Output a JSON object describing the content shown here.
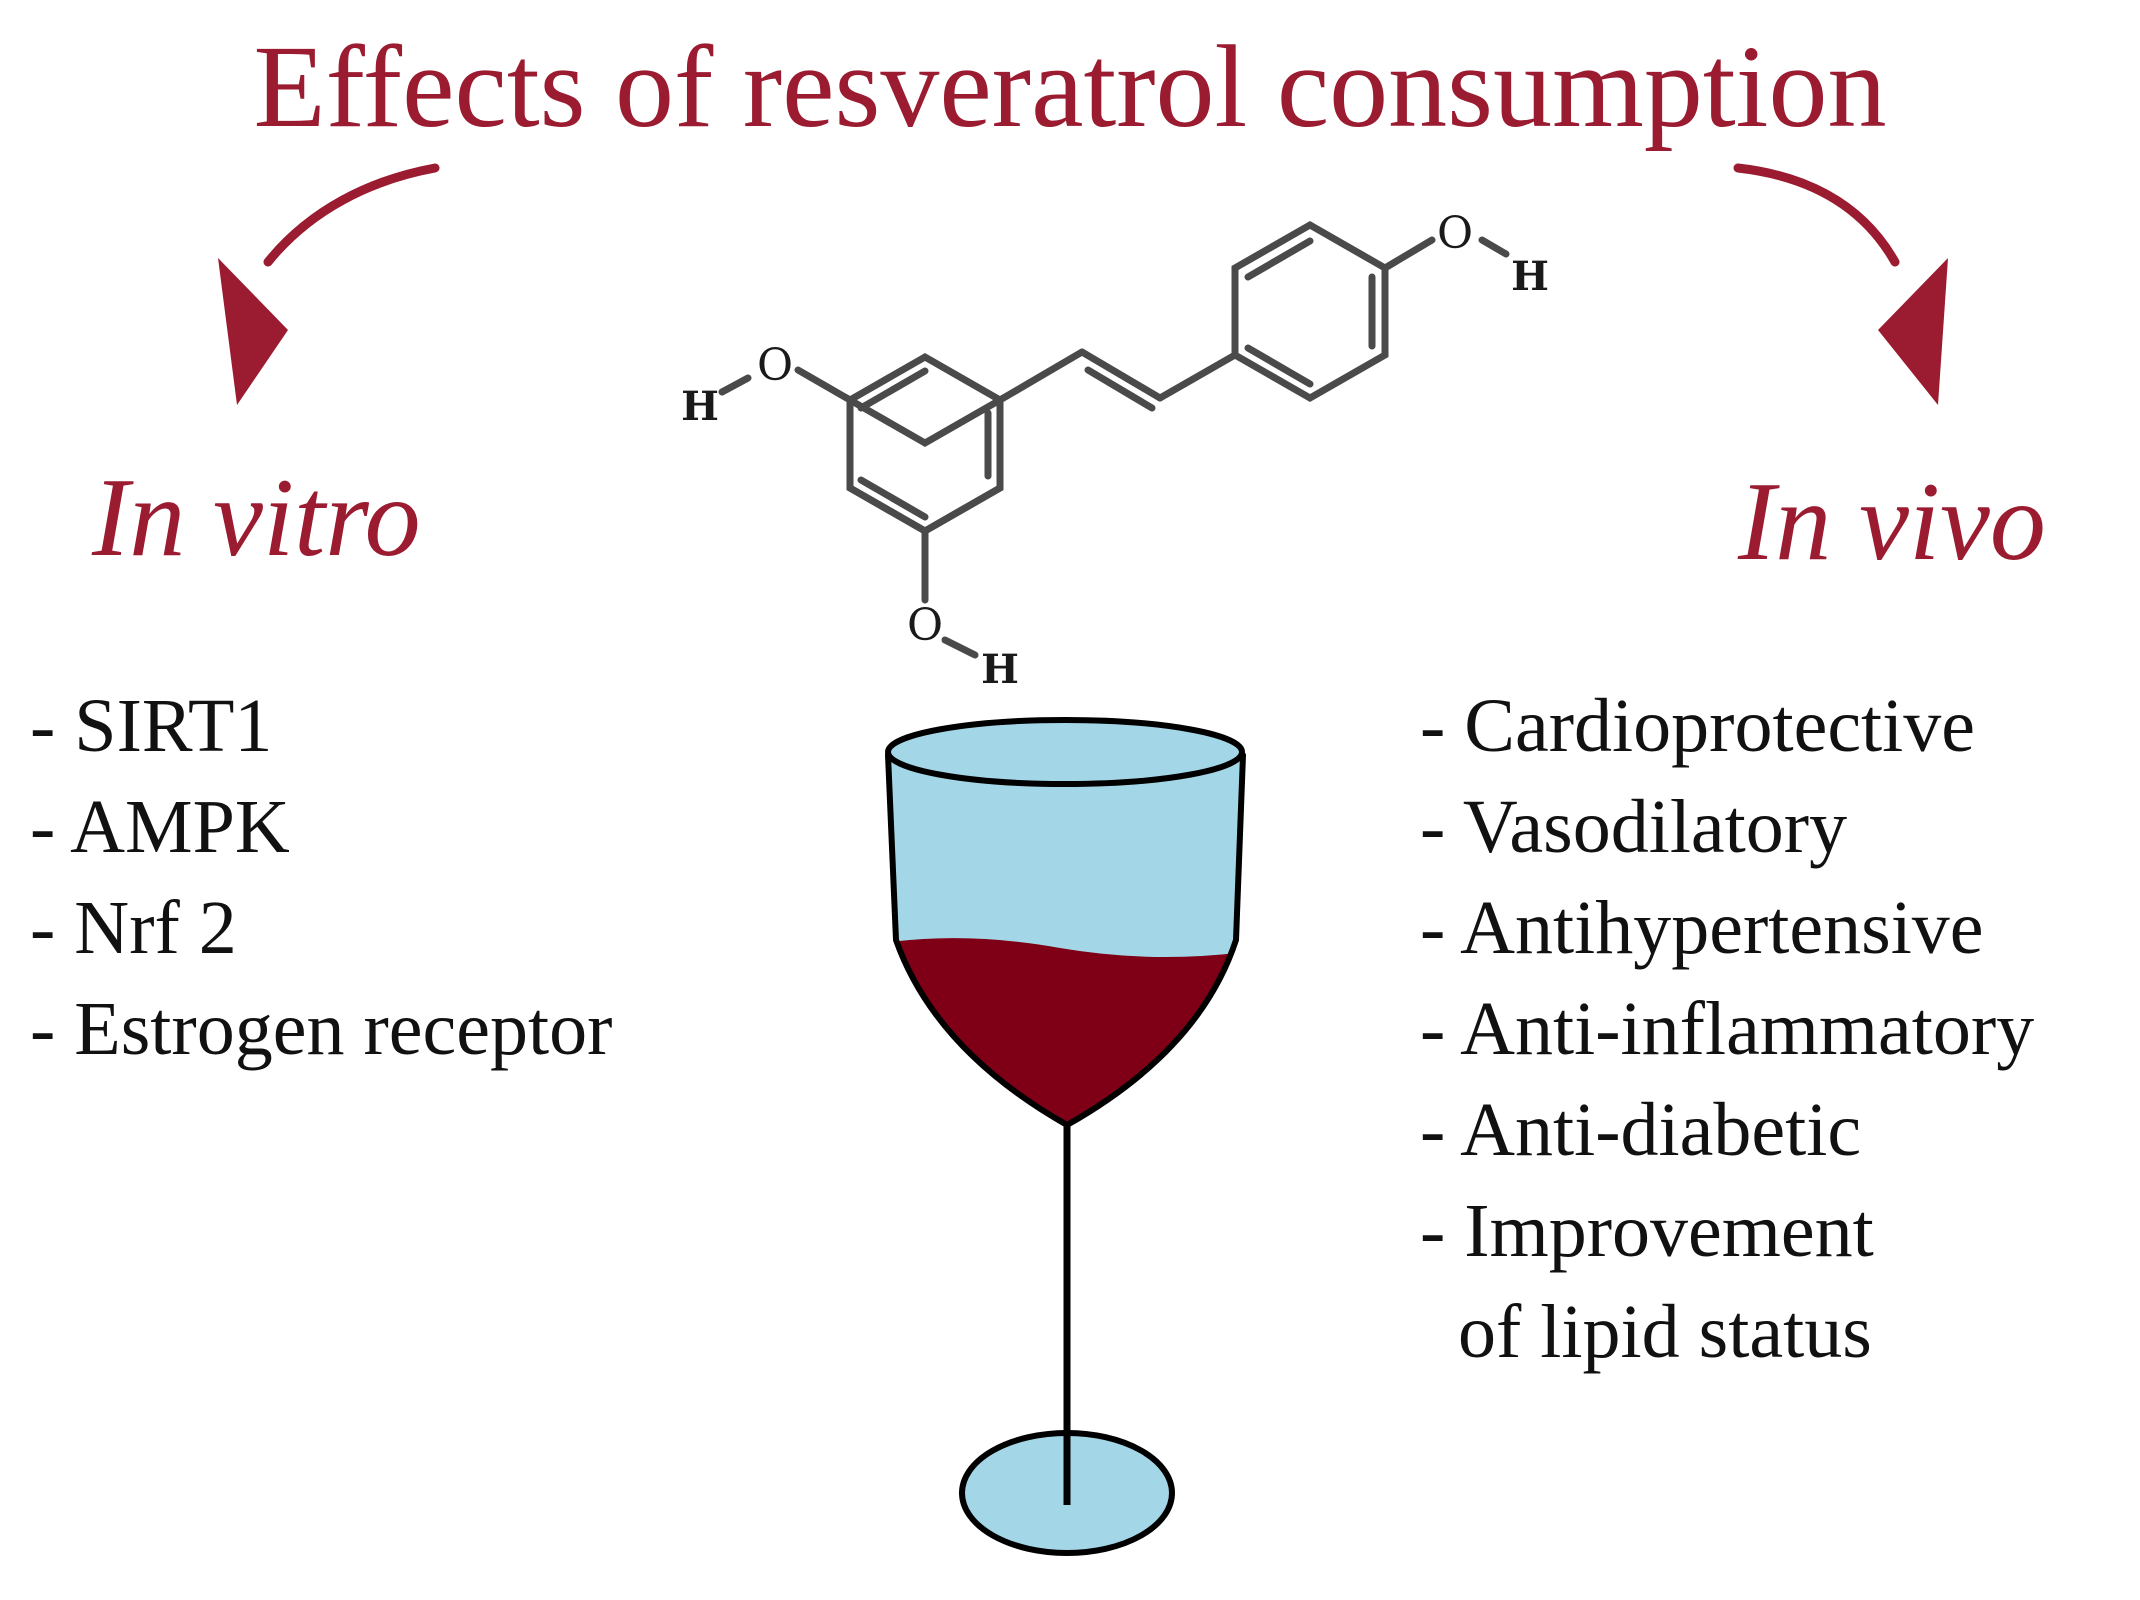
{
  "title": "Effects of resveratrol consumption",
  "colors": {
    "accent": "#9b1b30",
    "wine": "#7f0016",
    "glass": "#a3d6e6",
    "text": "#111111"
  },
  "molecule": {
    "atoms": {
      "o_top": "O",
      "h_top": "H",
      "o_left": "O",
      "h_left": "H",
      "o_bottom": "O",
      "h_bottom": "H"
    }
  },
  "in_vitro": {
    "heading": "In vitro",
    "items": [
      "- SIRT1",
      "- AMPK",
      "- Nrf 2",
      "- Estrogen receptor"
    ]
  },
  "in_vivo": {
    "heading": "In vivo",
    "items": [
      "- Cardioprotective",
      "- Vasodilatory",
      "- Antihypertensive",
      "- Anti-inflammatory",
      "- Anti-diabetic",
      "- Improvement\n  of lipid status"
    ]
  }
}
